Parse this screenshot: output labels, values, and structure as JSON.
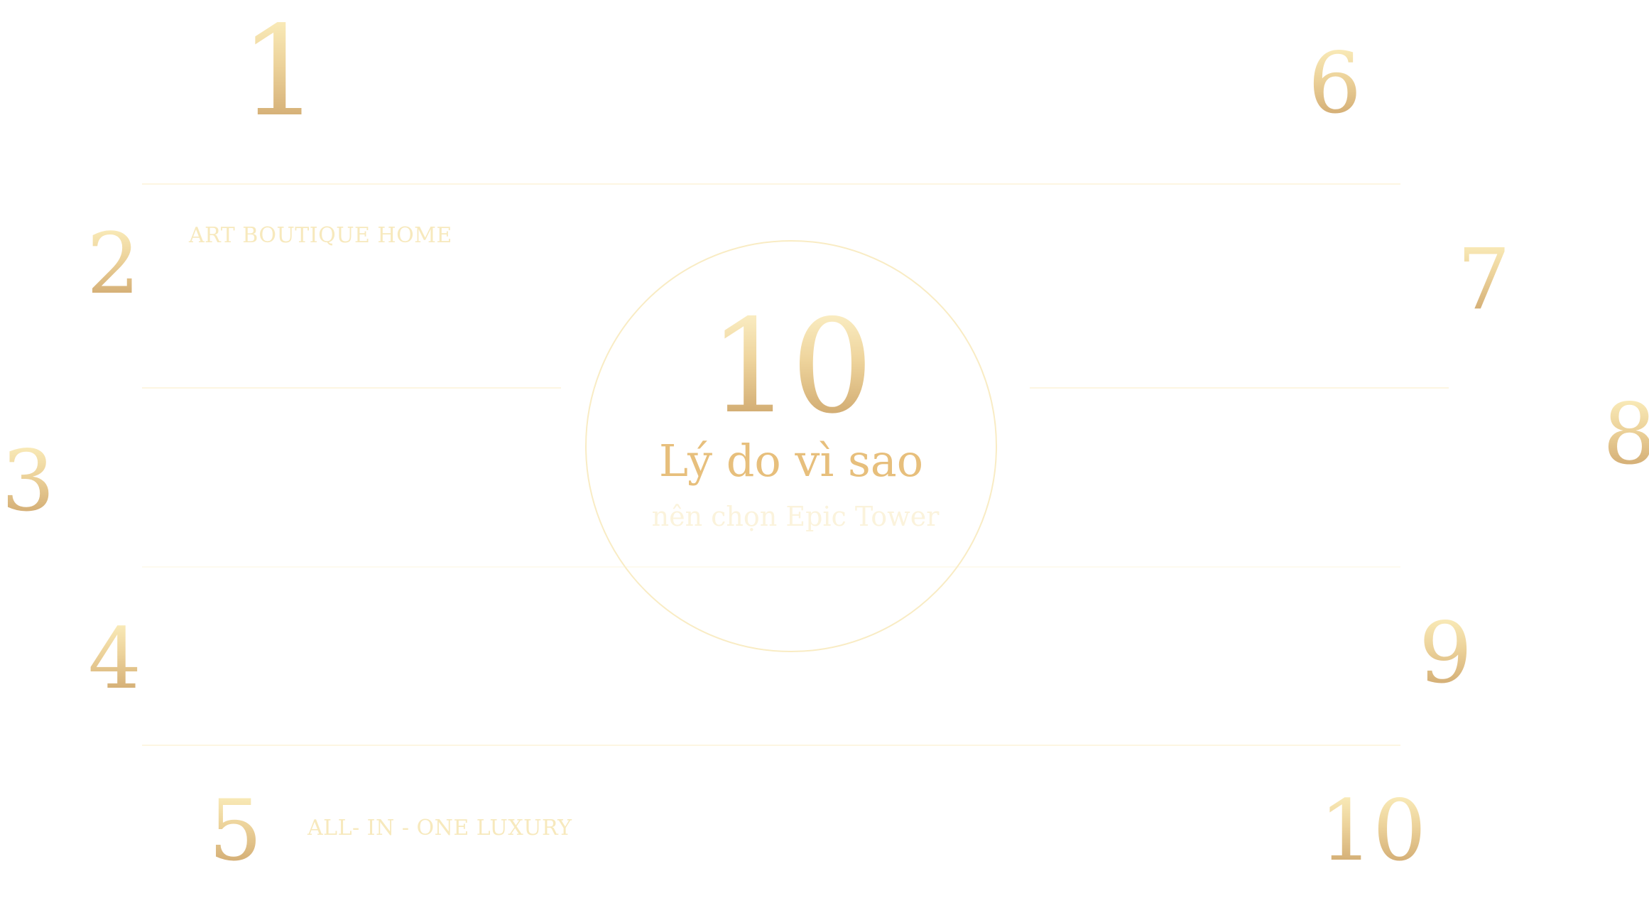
{
  "numbers": [
    "1",
    "2",
    "3",
    "4",
    "5",
    "6",
    "7",
    "8",
    "9",
    "10"
  ],
  "labels": {
    "reason_2": "ART BOUTIQUE HOME",
    "reason_5": "ALL- IN - ONE LUXURY"
  },
  "center": {
    "count": "10",
    "title": "Lý do vì sao",
    "subtitle": "nên chọn Epic Tower"
  },
  "colors": {
    "gold_light": "#fcf0bf",
    "gold_mid": "#ecd29a",
    "gold_dark": "#cda46b",
    "title_gold": "#e7bf7c",
    "line": "#fdf6e2"
  }
}
